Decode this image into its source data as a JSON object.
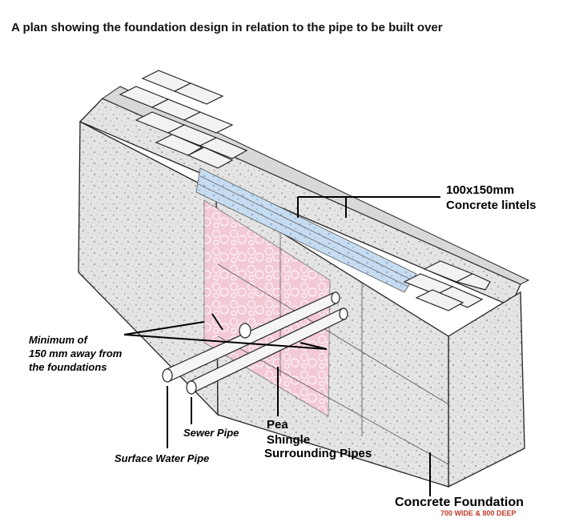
{
  "title": "A plan showing the foundation design in relation to the pipe to be built over",
  "labels": {
    "lintels_line1": "100x150mm",
    "lintels_line2": "Concrete lintels",
    "minimum_line1": "Minimum of",
    "minimum_line2": "150 mm away from",
    "minimum_line3": "the foundations",
    "sewer_pipe": "Sewer Pipe",
    "surface_water_pipe": "Surface Water Pipe",
    "pea": "Pea",
    "shingle": "Shingle",
    "surrounding_pipes": "Surrounding Pipes",
    "concrete_foundation": "Concrete Foundation",
    "foundation_size": "700 WIDE & 800 DEEP"
  },
  "colors": {
    "concrete": "#e2e2e2",
    "pea_shingle": "#f3c9d6",
    "lintel": "#bcd6ee",
    "brick": "#f0f0f0",
    "size_text": "#c0392b"
  }
}
